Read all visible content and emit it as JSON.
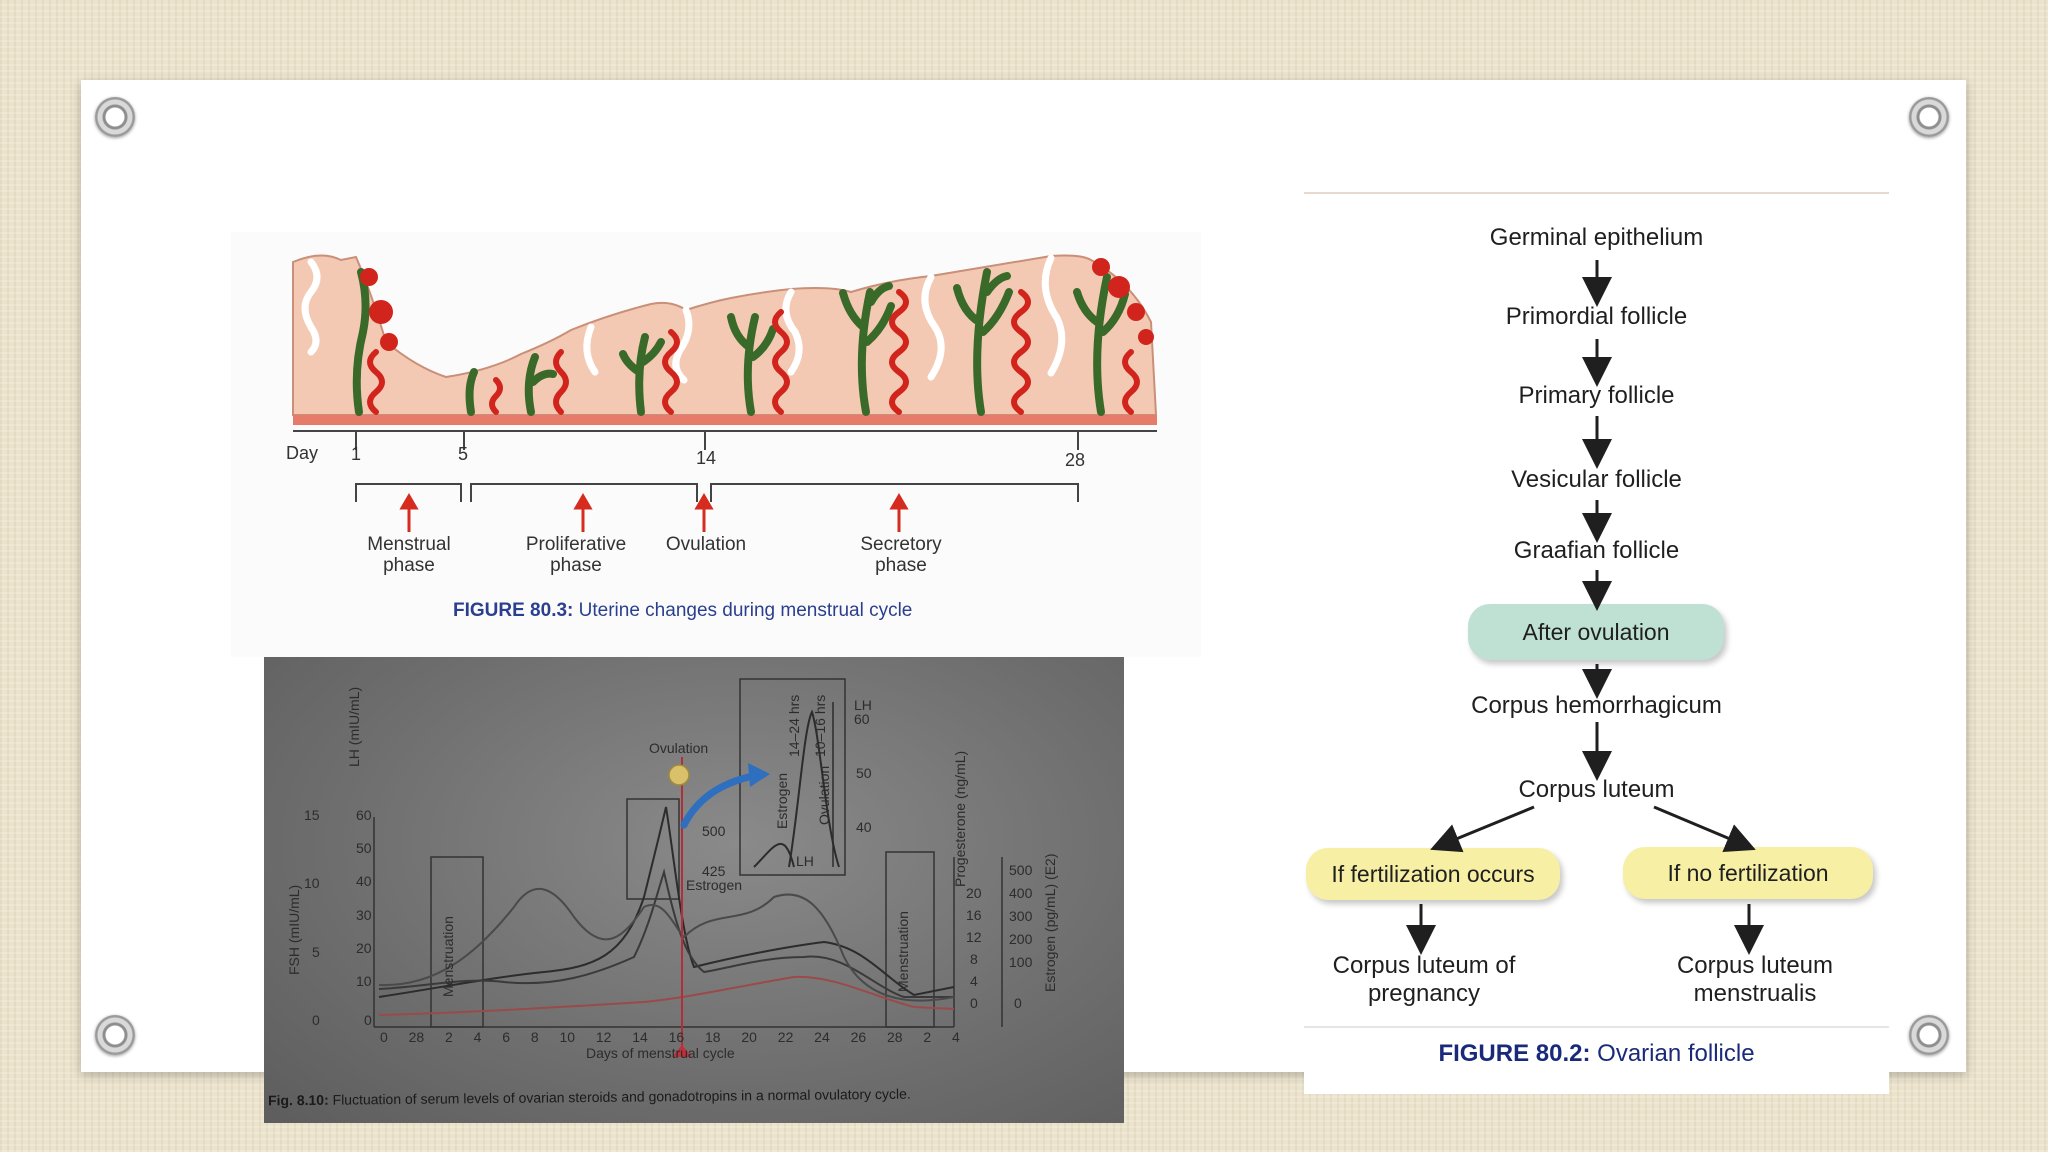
{
  "fig_uterine": {
    "day_label": "Day",
    "days": [
      "1",
      "5",
      "14",
      "28"
    ],
    "phases": [
      "Menstrual phase",
      "Proliferative phase",
      "Ovulation",
      "Secretory phase"
    ],
    "caption_bold": "FIGURE 80.3:",
    "caption_text": " Uterine changes during menstrual cycle"
  },
  "fig_hormones": {
    "ovulation_label": "Ovulation",
    "lh_axis_label": "LH (mIU/mL)",
    "fsh_axis_label": "FSH (mIU/mL)",
    "progesterone_axis_label": "Progesterone (ng/mL)",
    "estrogen_axis_label": "Estrogen (pg/mL) (E2)",
    "fsh_ticks": [
      "15",
      "10",
      "5",
      "0"
    ],
    "lh_ticks": [
      "60",
      "50",
      "40",
      "30",
      "20",
      "10",
      "0"
    ],
    "progesterone_ticks": [
      "20",
      "16",
      "12",
      "8",
      "4",
      "0"
    ],
    "estrogen_ticks": [
      "500",
      "400",
      "300",
      "200",
      "100",
      "0"
    ],
    "x_ticks": [
      "0",
      "28",
      "2",
      "4",
      "6",
      "8",
      "10",
      "12",
      "14",
      "16",
      "18",
      "20",
      "22",
      "24",
      "26",
      "28",
      "2",
      "4"
    ],
    "x_axis_label": "Days of menstrual cycle",
    "menstruation_label": "Menstruation",
    "inset": {
      "lh_label": "LH",
      "ticks": [
        "60",
        "50",
        "40"
      ],
      "estrogen_ticks": [
        "500",
        "425"
      ],
      "estrogen_label": "Estrogen",
      "ovulation_label": "Ovulation",
      "lh_small": "LH",
      "interval1": "14–24 hrs",
      "interval2": "10–16 hrs"
    },
    "caption_bold": "Fig. 8.10:",
    "caption_text": " Fluctuation of serum levels of ovarian steroids and gonadotropins in a normal ovulatory cycle."
  },
  "fig_ovarian": {
    "steps": [
      "Germinal epithelium",
      "Primordial follicle",
      "Primary follicle",
      "Vesicular follicle",
      "Graafian follicle"
    ],
    "after_ovulation": "After ovulation",
    "corpus_hemorrhagicum": "Corpus hemorrhagicum",
    "corpus_luteum": "Corpus luteum",
    "branch_left": "If fertilization occurs",
    "branch_right": "If no fertilization",
    "outcome_left": "Corpus luteum of pregnancy",
    "outcome_right": "Corpus luteum menstrualis",
    "caption_bold": "FIGURE 80.2:",
    "caption_text": " Ovarian follicle"
  },
  "colors": {
    "board": "#ffffff",
    "caption_blue": "#2a3f8f",
    "pill_green": "#bfe1d3",
    "pill_yellow": "#f6efa4",
    "arrow_red": "#d62b1f",
    "gland_green": "#3a6a2a",
    "vessel_red": "#d0241c",
    "endometrium": "#f4c9b3"
  }
}
